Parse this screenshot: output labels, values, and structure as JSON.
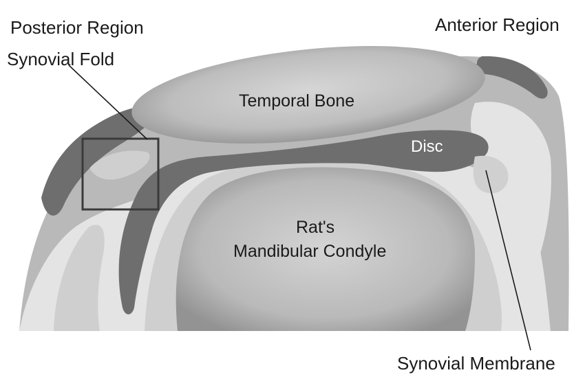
{
  "labels": {
    "posterior_region": "Posterior Region",
    "anterior_region": "Anterior Region",
    "synovial_fold": "Synovial Fold",
    "temporal_bone": "Temporal Bone",
    "disc": "Disc",
    "condyle_line1": "Rat's",
    "condyle_line2": "Mandibular Condyle",
    "synovial_membrane": "Synovial Membrane"
  },
  "colors": {
    "outer_tissue": "#b9b9b9",
    "light_tissue": "#e4e4e4",
    "dark_tissue": "#6e6e6e",
    "bone_light": "#d2d2d2",
    "bone_dark": "#8c8c8c",
    "box_stroke": "#3a3a3a"
  }
}
